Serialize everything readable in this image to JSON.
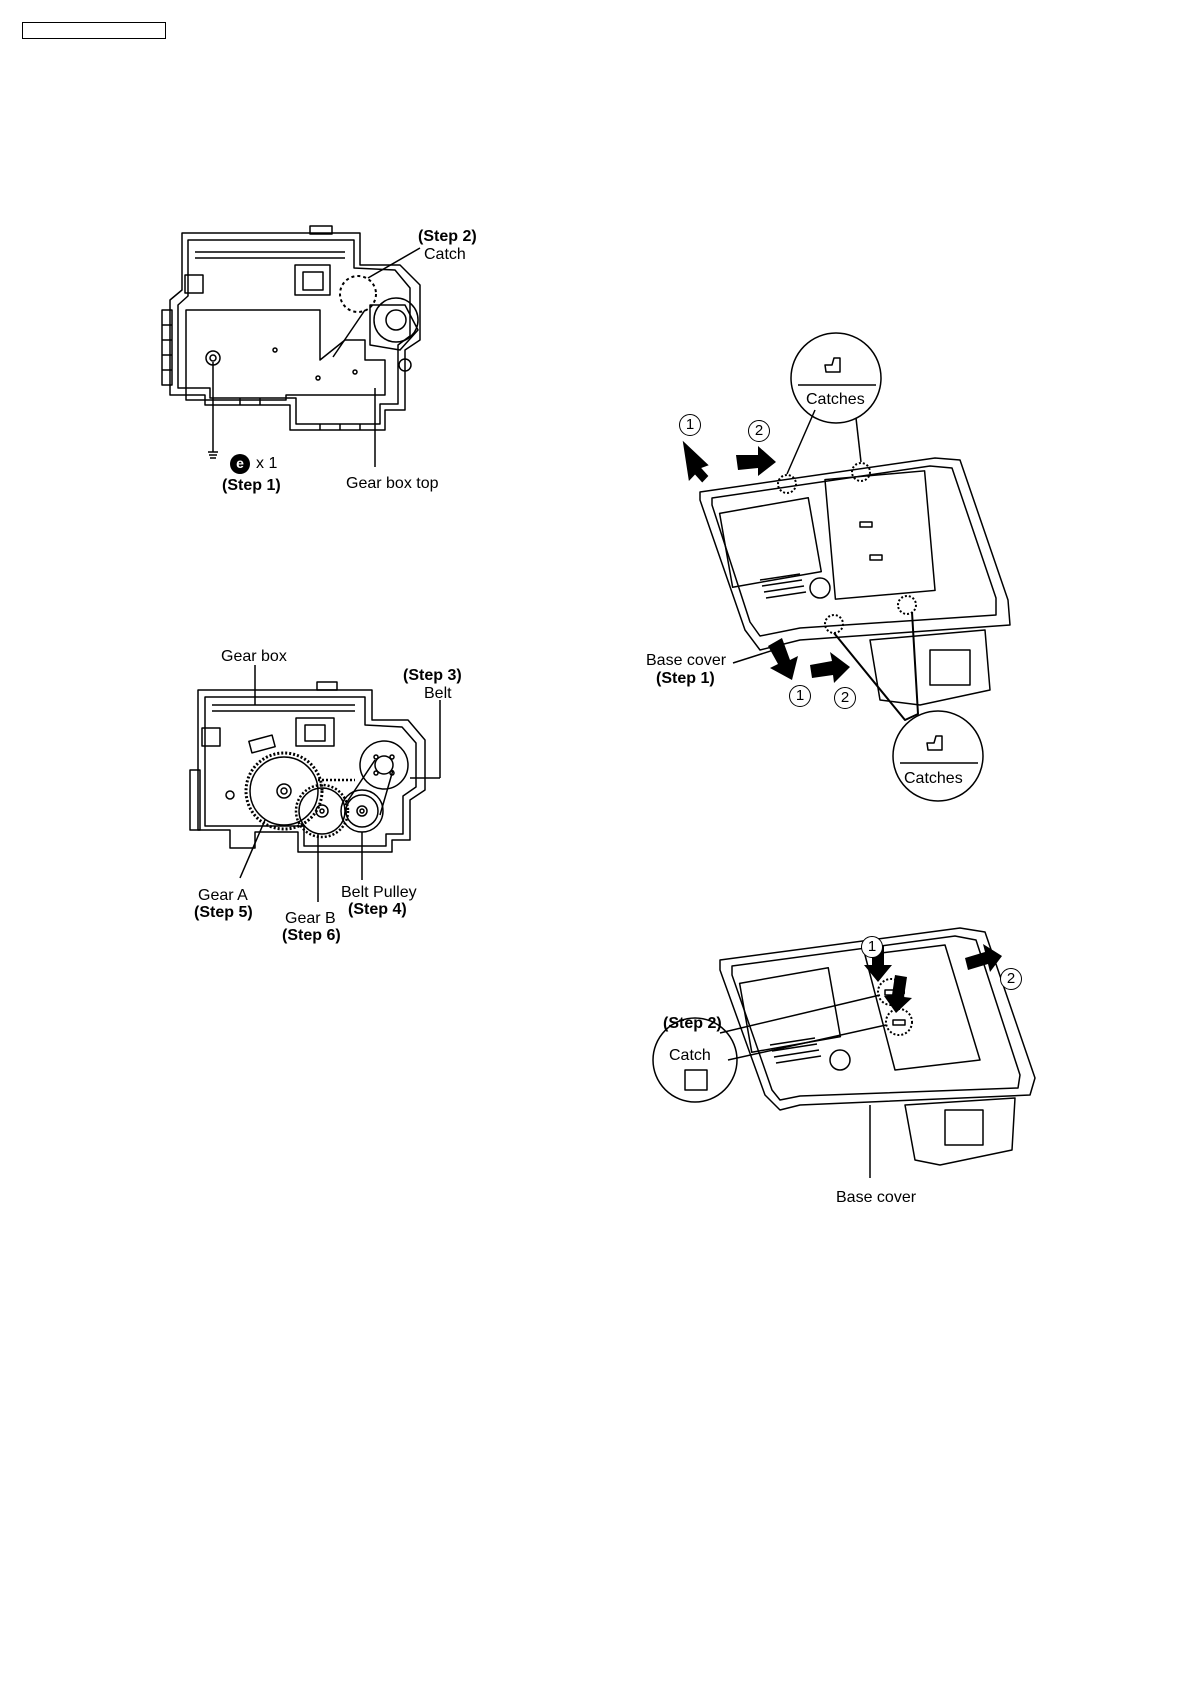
{
  "header": {
    "model_box": ""
  },
  "fig1": {
    "step2": "(Step 2)",
    "catch": "Catch",
    "screw_symbol": "e",
    "screw_count": "x 1",
    "step1": "(Step 1)",
    "gear_box_top": "Gear box top"
  },
  "fig2": {
    "gear_box": "Gear box",
    "step3": "(Step 3)",
    "belt": "Belt",
    "gear_a": "Gear A",
    "step5": "(Step 5)",
    "gear_b": "Gear B",
    "step6": "(Step 6)",
    "belt_pulley": "Belt Pulley",
    "step4": "(Step 4)"
  },
  "fig3": {
    "catches_top": "Catches",
    "catches_bottom": "Catches",
    "base_cover": "Base cover",
    "step1": "(Step 1)",
    "n1": "1",
    "n2": "2",
    "n1b": "1",
    "n2b": "2"
  },
  "fig4": {
    "step2": "(Step 2)",
    "catch": "Catch",
    "base_cover": "Base cover",
    "n1": "1",
    "n2": "2"
  }
}
